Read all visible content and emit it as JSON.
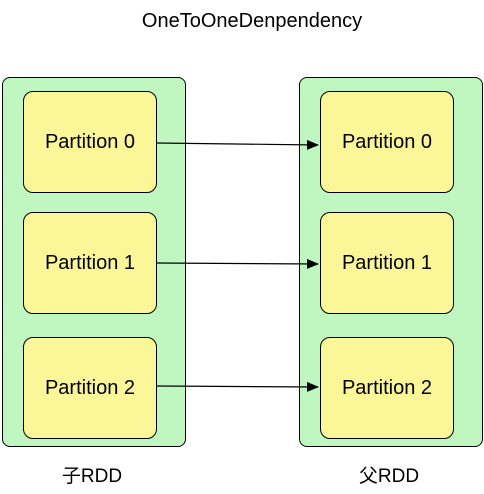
{
  "title": "OneToOneDenpendency",
  "child_rdd": {
    "label": "子RDD",
    "partitions": [
      "Partition 0",
      "Partition 1",
      "Partition 2"
    ]
  },
  "parent_rdd": {
    "label": "父RDD",
    "partitions": [
      "Partition 0",
      "Partition 1",
      "Partition 2"
    ]
  },
  "edges": [
    {
      "from": "child.0",
      "to": "parent.0"
    },
    {
      "from": "child.1",
      "to": "parent.1"
    },
    {
      "from": "child.2",
      "to": "parent.2"
    }
  ],
  "colors": {
    "rdd_fill": "#c0f7c0",
    "partition_fill": "#fbf698",
    "stroke": "#000000"
  }
}
